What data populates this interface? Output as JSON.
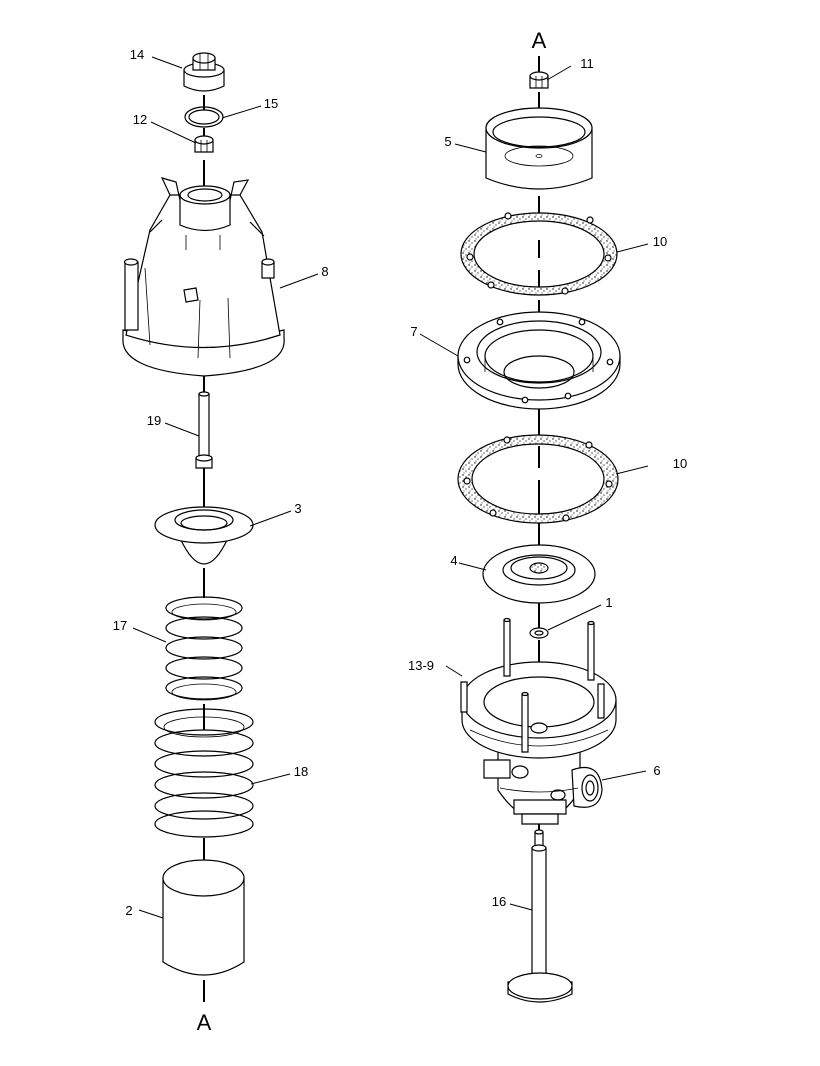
{
  "diagram": {
    "section_labels": [
      "A",
      "A"
    ],
    "callouts": [
      "14",
      "15",
      "12",
      "8",
      "19",
      "3",
      "17",
      "18",
      "2",
      "11",
      "5",
      "10",
      "7",
      "10",
      "4",
      "1",
      "13-9",
      "6",
      "16"
    ]
  }
}
